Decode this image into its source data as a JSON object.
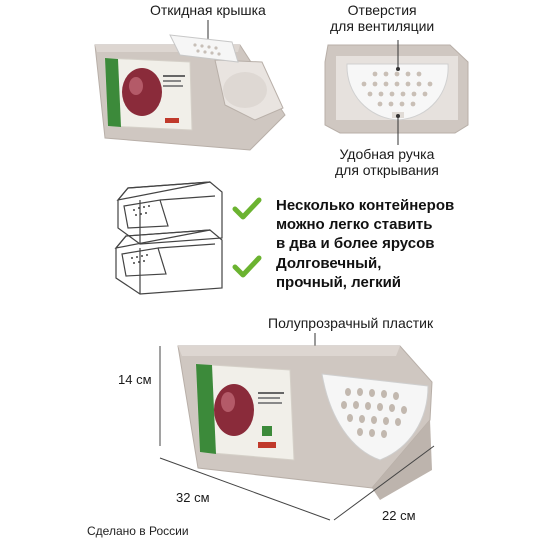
{
  "callouts": {
    "hinged_lid": "Откидная крышка",
    "ventilation": [
      "Отверстия",
      "для вентиляции"
    ],
    "handle": [
      "Удобная ручка",
      "для открывания"
    ],
    "translucent": "Полупрозрачный пластик"
  },
  "features": [
    {
      "text": [
        "Несколько контейнеров",
        "можно легко ставить",
        "в два и более ярусов"
      ]
    },
    {
      "text": [
        "Долговечный,",
        "прочный, легкий"
      ]
    }
  ],
  "dimensions": {
    "height": "14 см",
    "length": "32 см",
    "width": "22 см"
  },
  "made_in": "Сделано в России",
  "colors": {
    "plastic": "#cfc7c1",
    "plastic_dark": "#a99f98",
    "lid_white": "#f4f4f4",
    "check_green": "#6bb330",
    "label_green": "#3c8a3a",
    "onion": "#8a2b3a"
  }
}
